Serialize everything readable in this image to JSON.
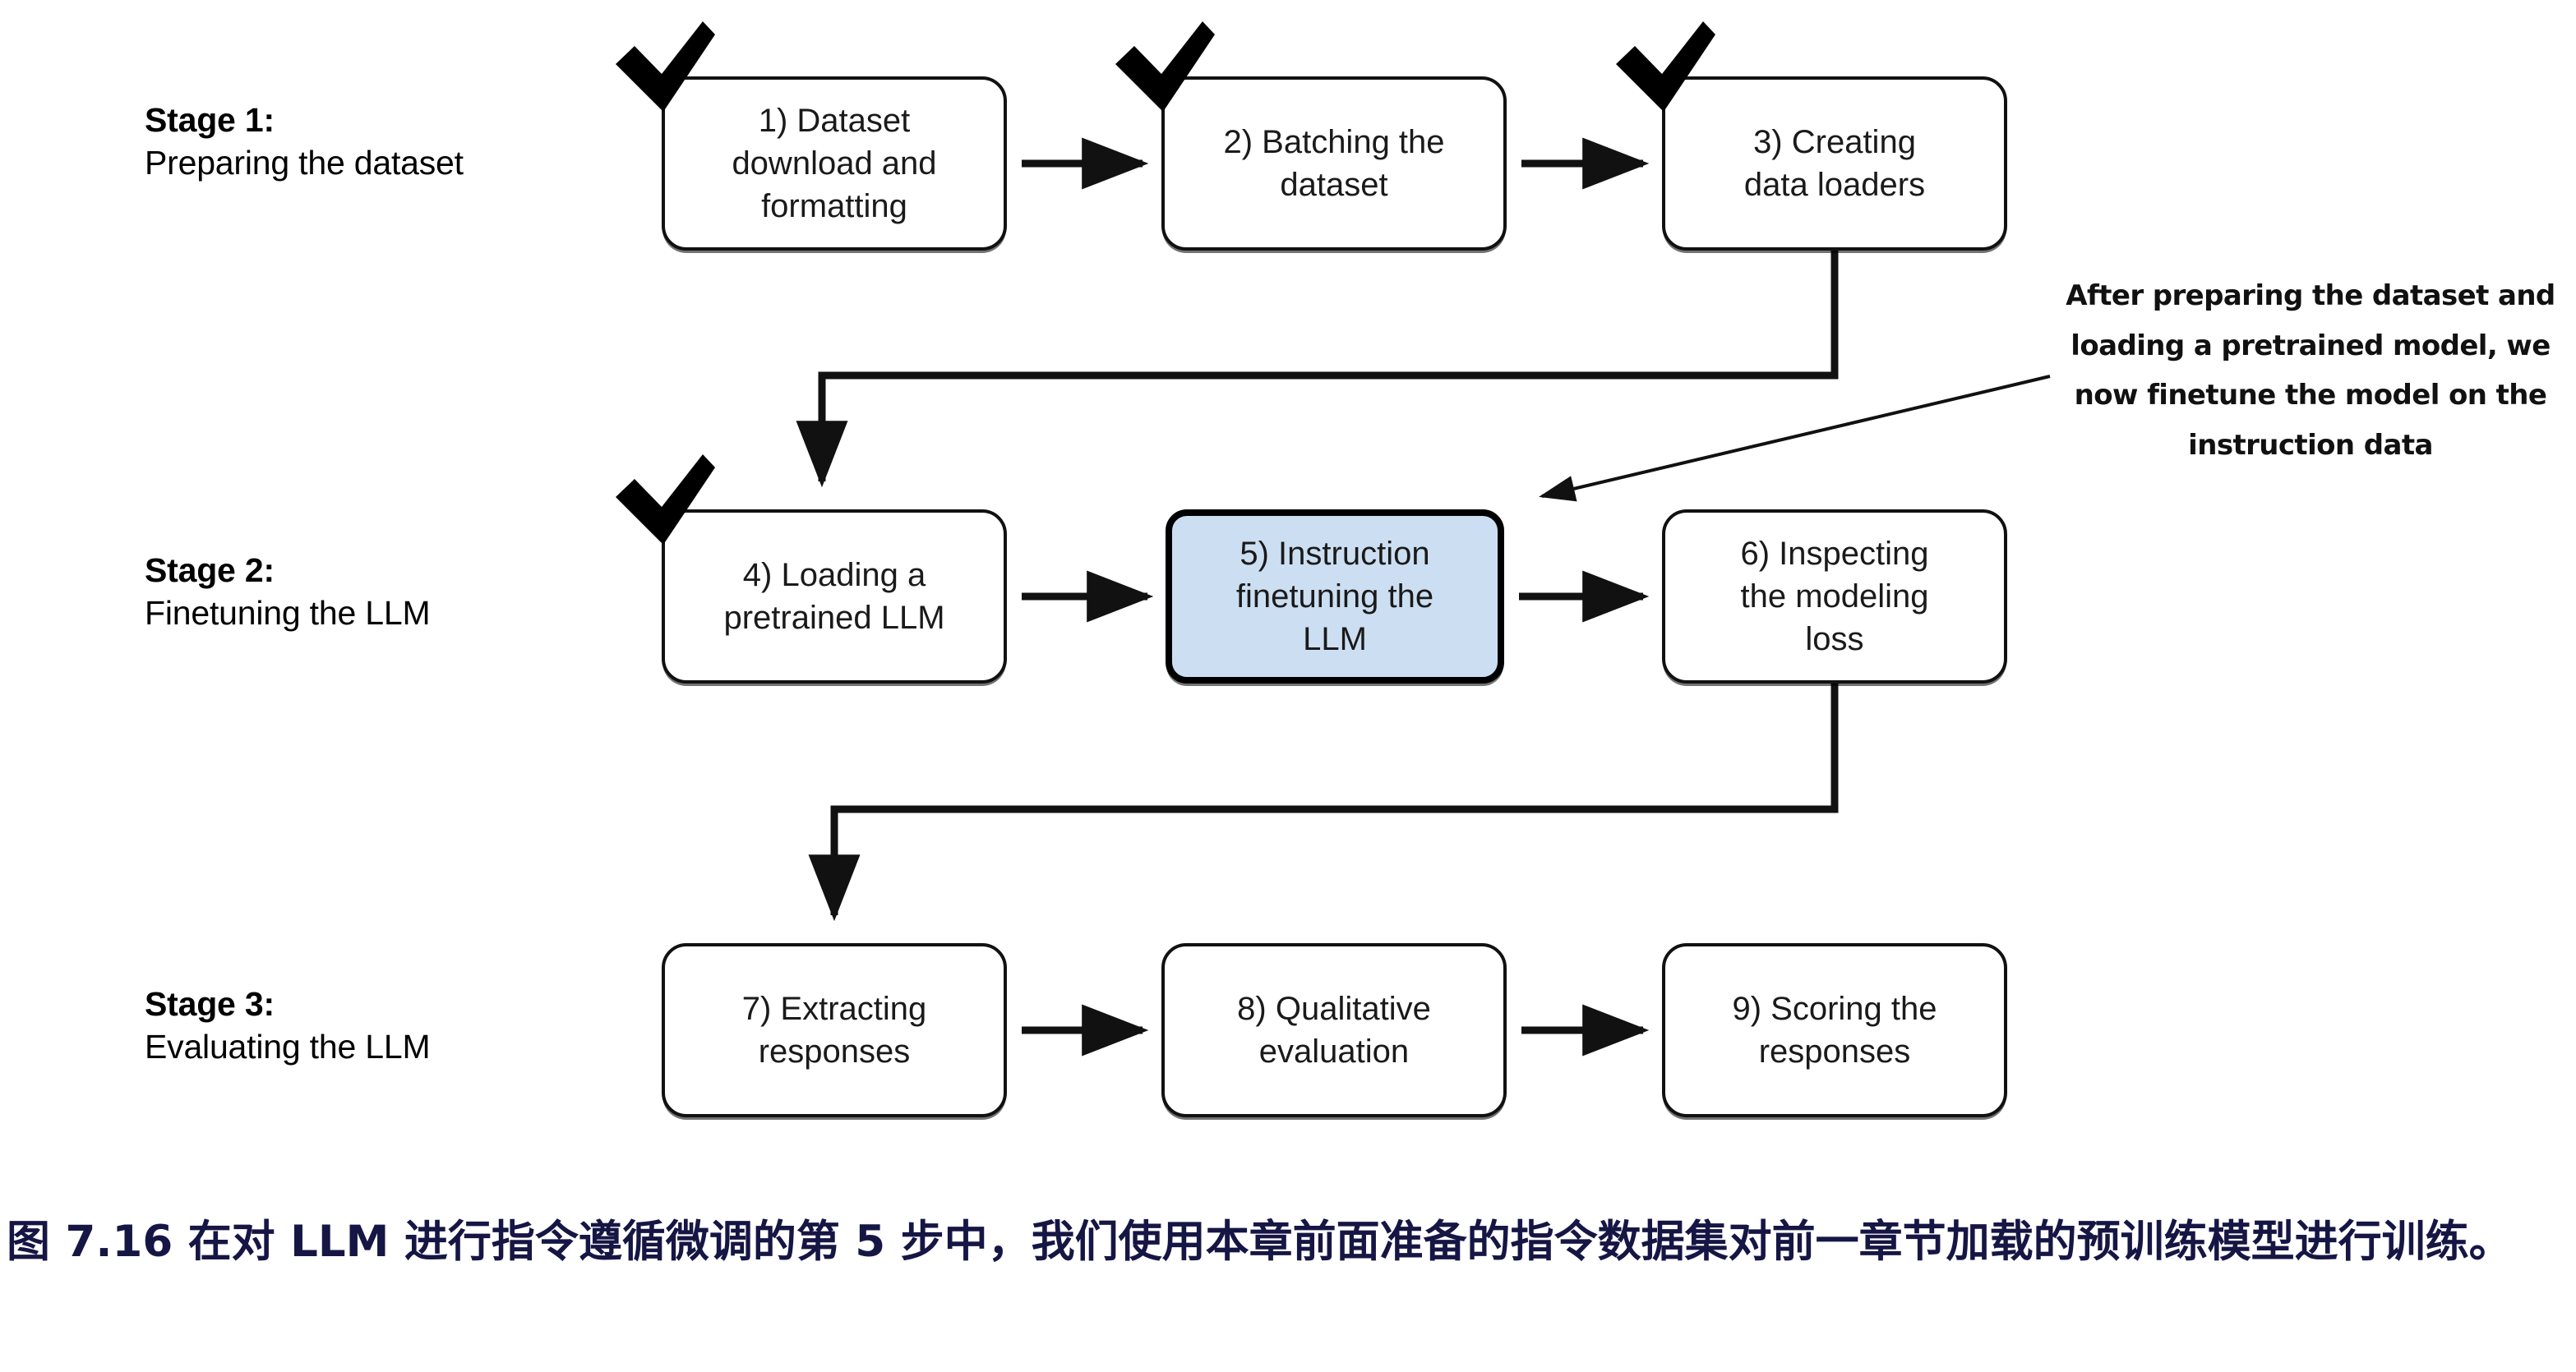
{
  "figure": {
    "title_number": "7.16",
    "background": "#ffffff",
    "highlight_color": "#ccdff2",
    "caption_color": "#161645",
    "stroke_color": "#111111"
  },
  "stages": [
    {
      "title": "Stage 1:",
      "subtitle": "Preparing the dataset"
    },
    {
      "title": "Stage 2:",
      "subtitle": "Finetuning the LLM"
    },
    {
      "title": "Stage 3:",
      "subtitle": "Evaluating the LLM"
    }
  ],
  "boxes": [
    {
      "id": 1,
      "label": "1) Dataset\ndownload and\nformatting",
      "checked": true,
      "highlighted": false,
      "stage": 1
    },
    {
      "id": 2,
      "label": "2) Batching the\ndataset",
      "checked": true,
      "highlighted": false,
      "stage": 1
    },
    {
      "id": 3,
      "label": "3) Creating\ndata loaders",
      "checked": true,
      "highlighted": false,
      "stage": 1
    },
    {
      "id": 4,
      "label": "4) Loading a\npretrained LLM",
      "checked": true,
      "highlighted": false,
      "stage": 2
    },
    {
      "id": 5,
      "label": "5) Instruction\nfinetuning the\nLLM",
      "checked": false,
      "highlighted": true,
      "stage": 2
    },
    {
      "id": 6,
      "label": "6) Inspecting\nthe modeling\nloss",
      "checked": false,
      "highlighted": false,
      "stage": 2
    },
    {
      "id": 7,
      "label": "7) Extracting\nresponses",
      "checked": false,
      "highlighted": false,
      "stage": 3
    },
    {
      "id": 8,
      "label": "8) Qualitative\nevaluation",
      "checked": false,
      "highlighted": false,
      "stage": 3
    },
    {
      "id": 9,
      "label": "9) Scoring the\nresponses",
      "checked": false,
      "highlighted": false,
      "stage": 3
    }
  ],
  "annotation": {
    "lines": [
      "After preparing the dataset and",
      "loading a pretrained model, we",
      "now finetune the model on the",
      "instruction data"
    ],
    "points_to_box": 5
  },
  "caption": {
    "text": "图 7.16 在对 LLM 进行指令遵循微调的第 5 步中，我们使用本章前面准备的指令数据集对前一章节加载的预训练模型进行训练。"
  },
  "icons": {
    "check": "check-icon",
    "arrow": "arrow-icon"
  }
}
